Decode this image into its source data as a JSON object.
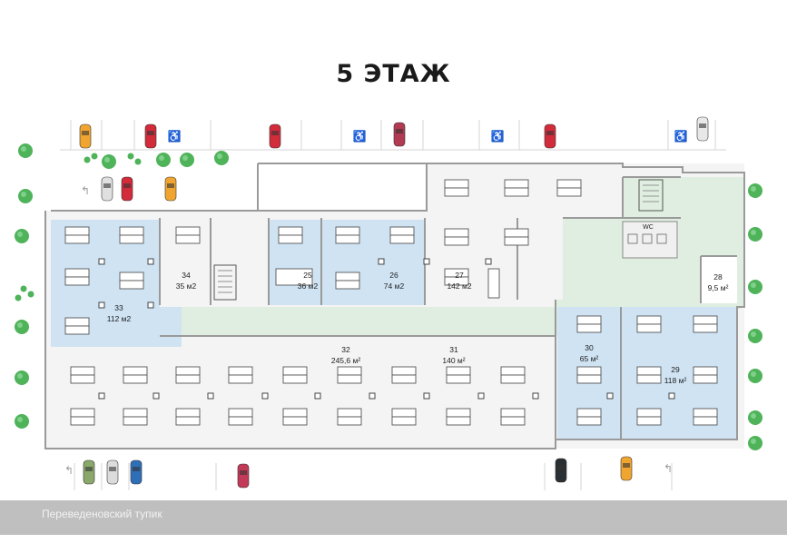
{
  "title": "5 ЭТАЖ",
  "street": "Переведеновский тупик",
  "wc_label": "WC",
  "rooms": [
    {
      "id": "room-33",
      "number": "33",
      "area": "112 м2",
      "leased": true
    },
    {
      "id": "room-34",
      "number": "34",
      "area": "35 м2",
      "leased": false
    },
    {
      "id": "room-25",
      "number": "25",
      "area": "36 м2",
      "leased": true
    },
    {
      "id": "room-26",
      "number": "26",
      "area": "74 м2",
      "leased": true
    },
    {
      "id": "room-27",
      "number": "27",
      "area": "142 м2",
      "leased": false
    },
    {
      "id": "room-28",
      "number": "28",
      "area": "9,5 м²",
      "leased": false
    },
    {
      "id": "room-32",
      "number": "32",
      "area": "245,6 м²",
      "leased": false
    },
    {
      "id": "room-31",
      "number": "31",
      "area": "140 м²",
      "leased": false
    },
    {
      "id": "room-30",
      "number": "30",
      "area": "65 м²",
      "leased": true
    },
    {
      "id": "room-29",
      "number": "29",
      "area": "118 м²",
      "leased": true
    }
  ],
  "colors": {
    "leased": "#cfe3f3",
    "corridor": "#dfeee0",
    "wall": "#9a9a9a",
    "tree": "#4fb35a",
    "street": "#bfbfbf"
  },
  "icons": [
    "tree-icon",
    "car-icon",
    "disabled-parking-icon",
    "turn-arrow-icon",
    "desk-icon",
    "stairs-icon"
  ]
}
